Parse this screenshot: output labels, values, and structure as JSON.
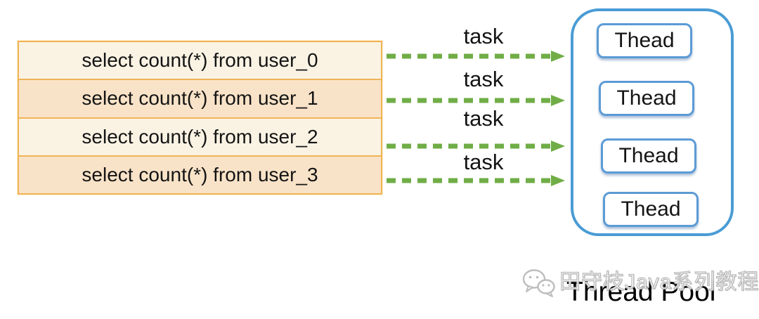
{
  "diagram": {
    "queries": [
      "select count(*) from user_0",
      "select count(*) from user_1",
      "select count(*) from user_2",
      "select count(*) from user_3"
    ],
    "task_labels": [
      "task",
      "task",
      "task",
      "task"
    ],
    "thread_pool": {
      "title": "Thread Pool",
      "threads": [
        "Thead",
        "Thead",
        "Thead",
        "Thead"
      ]
    },
    "watermark": {
      "icon": "wechat-icon",
      "text": "田守枝Java系列教程"
    }
  },
  "colors": {
    "query_border": "#F0B356",
    "query_row_light": "#FAF3E4",
    "query_row_dark": "#F9E3C8",
    "arrow_green": "#70AD47",
    "pool_border": "#4A9CD5",
    "thread_border": "#5B9BD5",
    "watermark_gray": "#B8B8B8",
    "text_black": "#141414"
  }
}
